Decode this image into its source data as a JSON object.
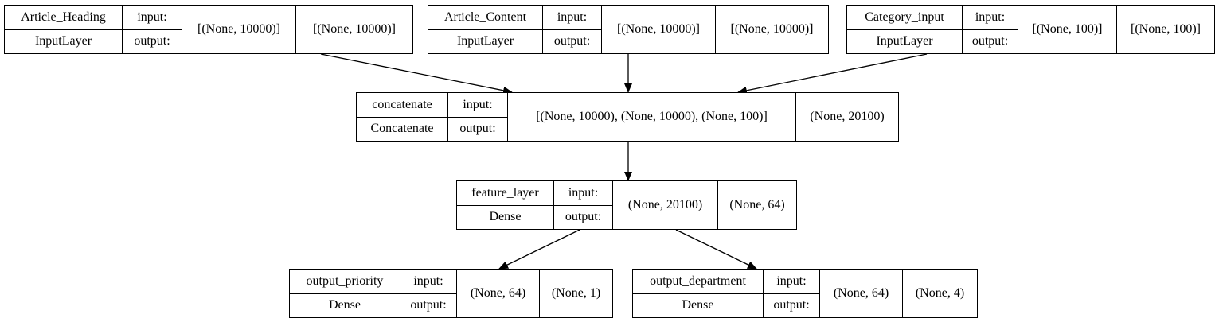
{
  "port_labels": {
    "input": "input:",
    "output": "output:"
  },
  "nodes": [
    {
      "id": "article_heading",
      "name": "Article_Heading",
      "type": "InputLayer",
      "input_shape": "[(None, 10000)]",
      "output_shape": "[(None, 10000)]"
    },
    {
      "id": "article_content",
      "name": "Article_Content",
      "type": "InputLayer",
      "input_shape": "[(None, 10000)]",
      "output_shape": "[(None, 10000)]"
    },
    {
      "id": "category_input",
      "name": "Category_input",
      "type": "InputLayer",
      "input_shape": "[(None, 100)]",
      "output_shape": "[(None, 100)]"
    },
    {
      "id": "concatenate",
      "name": "concatenate",
      "type": "Concatenate",
      "input_shape": "[(None, 10000), (None, 10000), (None, 100)]",
      "output_shape": "(None, 20100)"
    },
    {
      "id": "feature_layer",
      "name": "feature_layer",
      "type": "Dense",
      "input_shape": "(None, 20100)",
      "output_shape": "(None, 64)"
    },
    {
      "id": "output_priority",
      "name": "output_priority",
      "type": "Dense",
      "input_shape": "(None, 64)",
      "output_shape": "(None, 1)"
    },
    {
      "id": "output_department",
      "name": "output_department",
      "type": "Dense",
      "input_shape": "(None, 64)",
      "output_shape": "(None, 4)"
    }
  ],
  "edges": [
    {
      "from": "article_heading",
      "to": "concatenate"
    },
    {
      "from": "article_content",
      "to": "concatenate"
    },
    {
      "from": "category_input",
      "to": "concatenate"
    },
    {
      "from": "concatenate",
      "to": "feature_layer"
    },
    {
      "from": "feature_layer",
      "to": "output_priority"
    },
    {
      "from": "feature_layer",
      "to": "output_department"
    }
  ]
}
